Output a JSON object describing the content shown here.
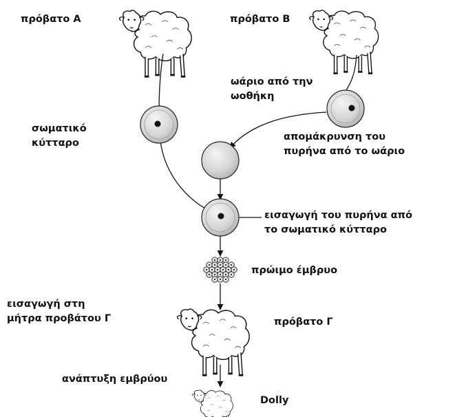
{
  "labels": {
    "sheep_a": "πρόβατο Α",
    "sheep_b": "πρόβατο Β",
    "egg_from_ovary_line1": "ωάριο από την",
    "egg_from_ovary_line2": "ωοθήκη",
    "somatic_cell_line1": "σωματικό",
    "somatic_cell_line2": "κύτταρο",
    "nucleus_removal_line1": "απομάκρυνση του",
    "nucleus_removal_line2": "πυρήνα από το ωάριο",
    "nucleus_insertion_line1": "εισαγωγή του πυρήνα από",
    "nucleus_insertion_line2": "το σωματικό κύτταρο",
    "early_embryo": "πρώιμο έμβρυο",
    "womb_insertion_line1": "εισαγωγή στη",
    "womb_insertion_line2": "μήτρα προβάτου Γ",
    "sheep_g": "πρόβατο Γ",
    "embryo_development": "ανάπτυξη εμβρύου",
    "dolly": "Dolly"
  }
}
